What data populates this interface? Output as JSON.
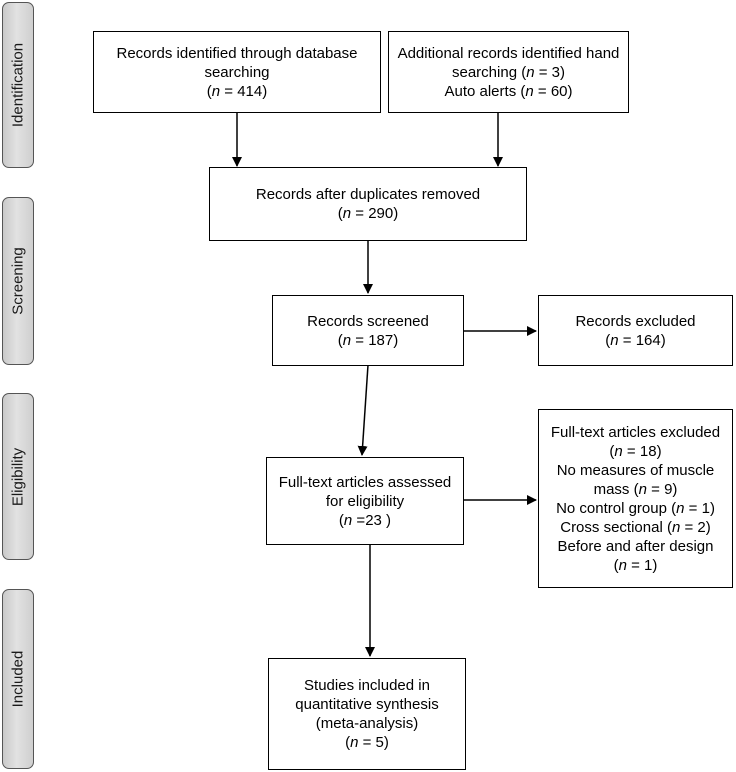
{
  "stages": [
    "Identification",
    "Screening",
    "Eligibility",
    "Included"
  ],
  "boxes": {
    "db_search": {
      "lines": [
        "Records identified through database",
        "searching"
      ],
      "n": "414"
    },
    "additional": {
      "line1": "Additional records identified hand",
      "line2_pre": "searching (",
      "n_hand": "3",
      "line3_pre": "Auto alerts (",
      "n_auto": "60"
    },
    "duplicates": {
      "line1": "Records after duplicates removed",
      "n": "290"
    },
    "screened": {
      "line1": "Records screened",
      "n": "187"
    },
    "excluded": {
      "line1": "Records excluded",
      "n": "164"
    },
    "fulltext": {
      "line1": "Full-text articles assessed",
      "line2": "for eligibility",
      "n": "23"
    },
    "ft_excluded": {
      "title": "Full-text articles excluded",
      "n": "18",
      "reasons": [
        {
          "label": "No measures of muscle",
          "label2": "mass",
          "n": "9"
        },
        {
          "label": "No control group",
          "n": "1"
        },
        {
          "label": "Cross sectional",
          "n": "2"
        },
        {
          "label": "Before and after design",
          "n": "1"
        }
      ]
    },
    "included": {
      "lines": [
        "Studies included in",
        "quantitative synthesis",
        "(meta-analysis)"
      ],
      "n": "5"
    }
  },
  "n_symbol": "n",
  "eq": " = "
}
